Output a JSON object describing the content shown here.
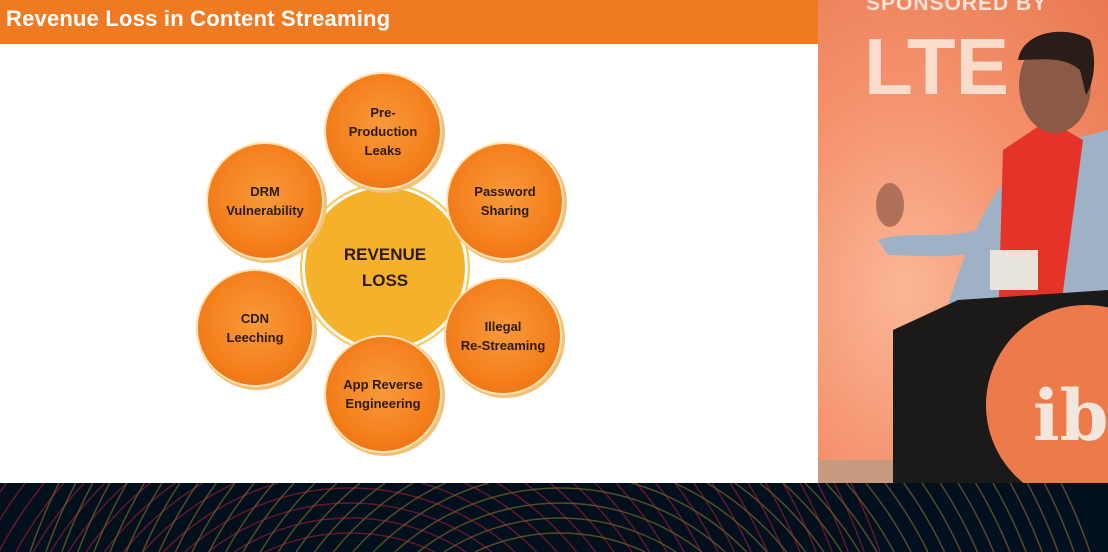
{
  "slide": {
    "title": "Revenue Loss in Content Streaming",
    "center": {
      "line1": "REVENUE",
      "line2": "LOSS"
    },
    "nodes": [
      {
        "line1": "Pre-",
        "line2": "Production",
        "line3": "Leaks"
      },
      {
        "line1": "Password",
        "line2": "Sharing"
      },
      {
        "line1": "Illegal",
        "line2": "Re-Streaming"
      },
      {
        "line1": "App Reverse",
        "line2": "Engineering"
      },
      {
        "line1": "CDN",
        "line2": "Leeching"
      },
      {
        "line1": "DRM",
        "line2": "Vulnerability"
      }
    ],
    "colors": {
      "title_bar": "#f07a22",
      "node": "#f47f1c",
      "center": "#f6b12a"
    }
  },
  "video": {
    "sponsor_text": "SPONSORED BY",
    "sponsor_logo": "LTE",
    "podium_logo": "ibc"
  }
}
